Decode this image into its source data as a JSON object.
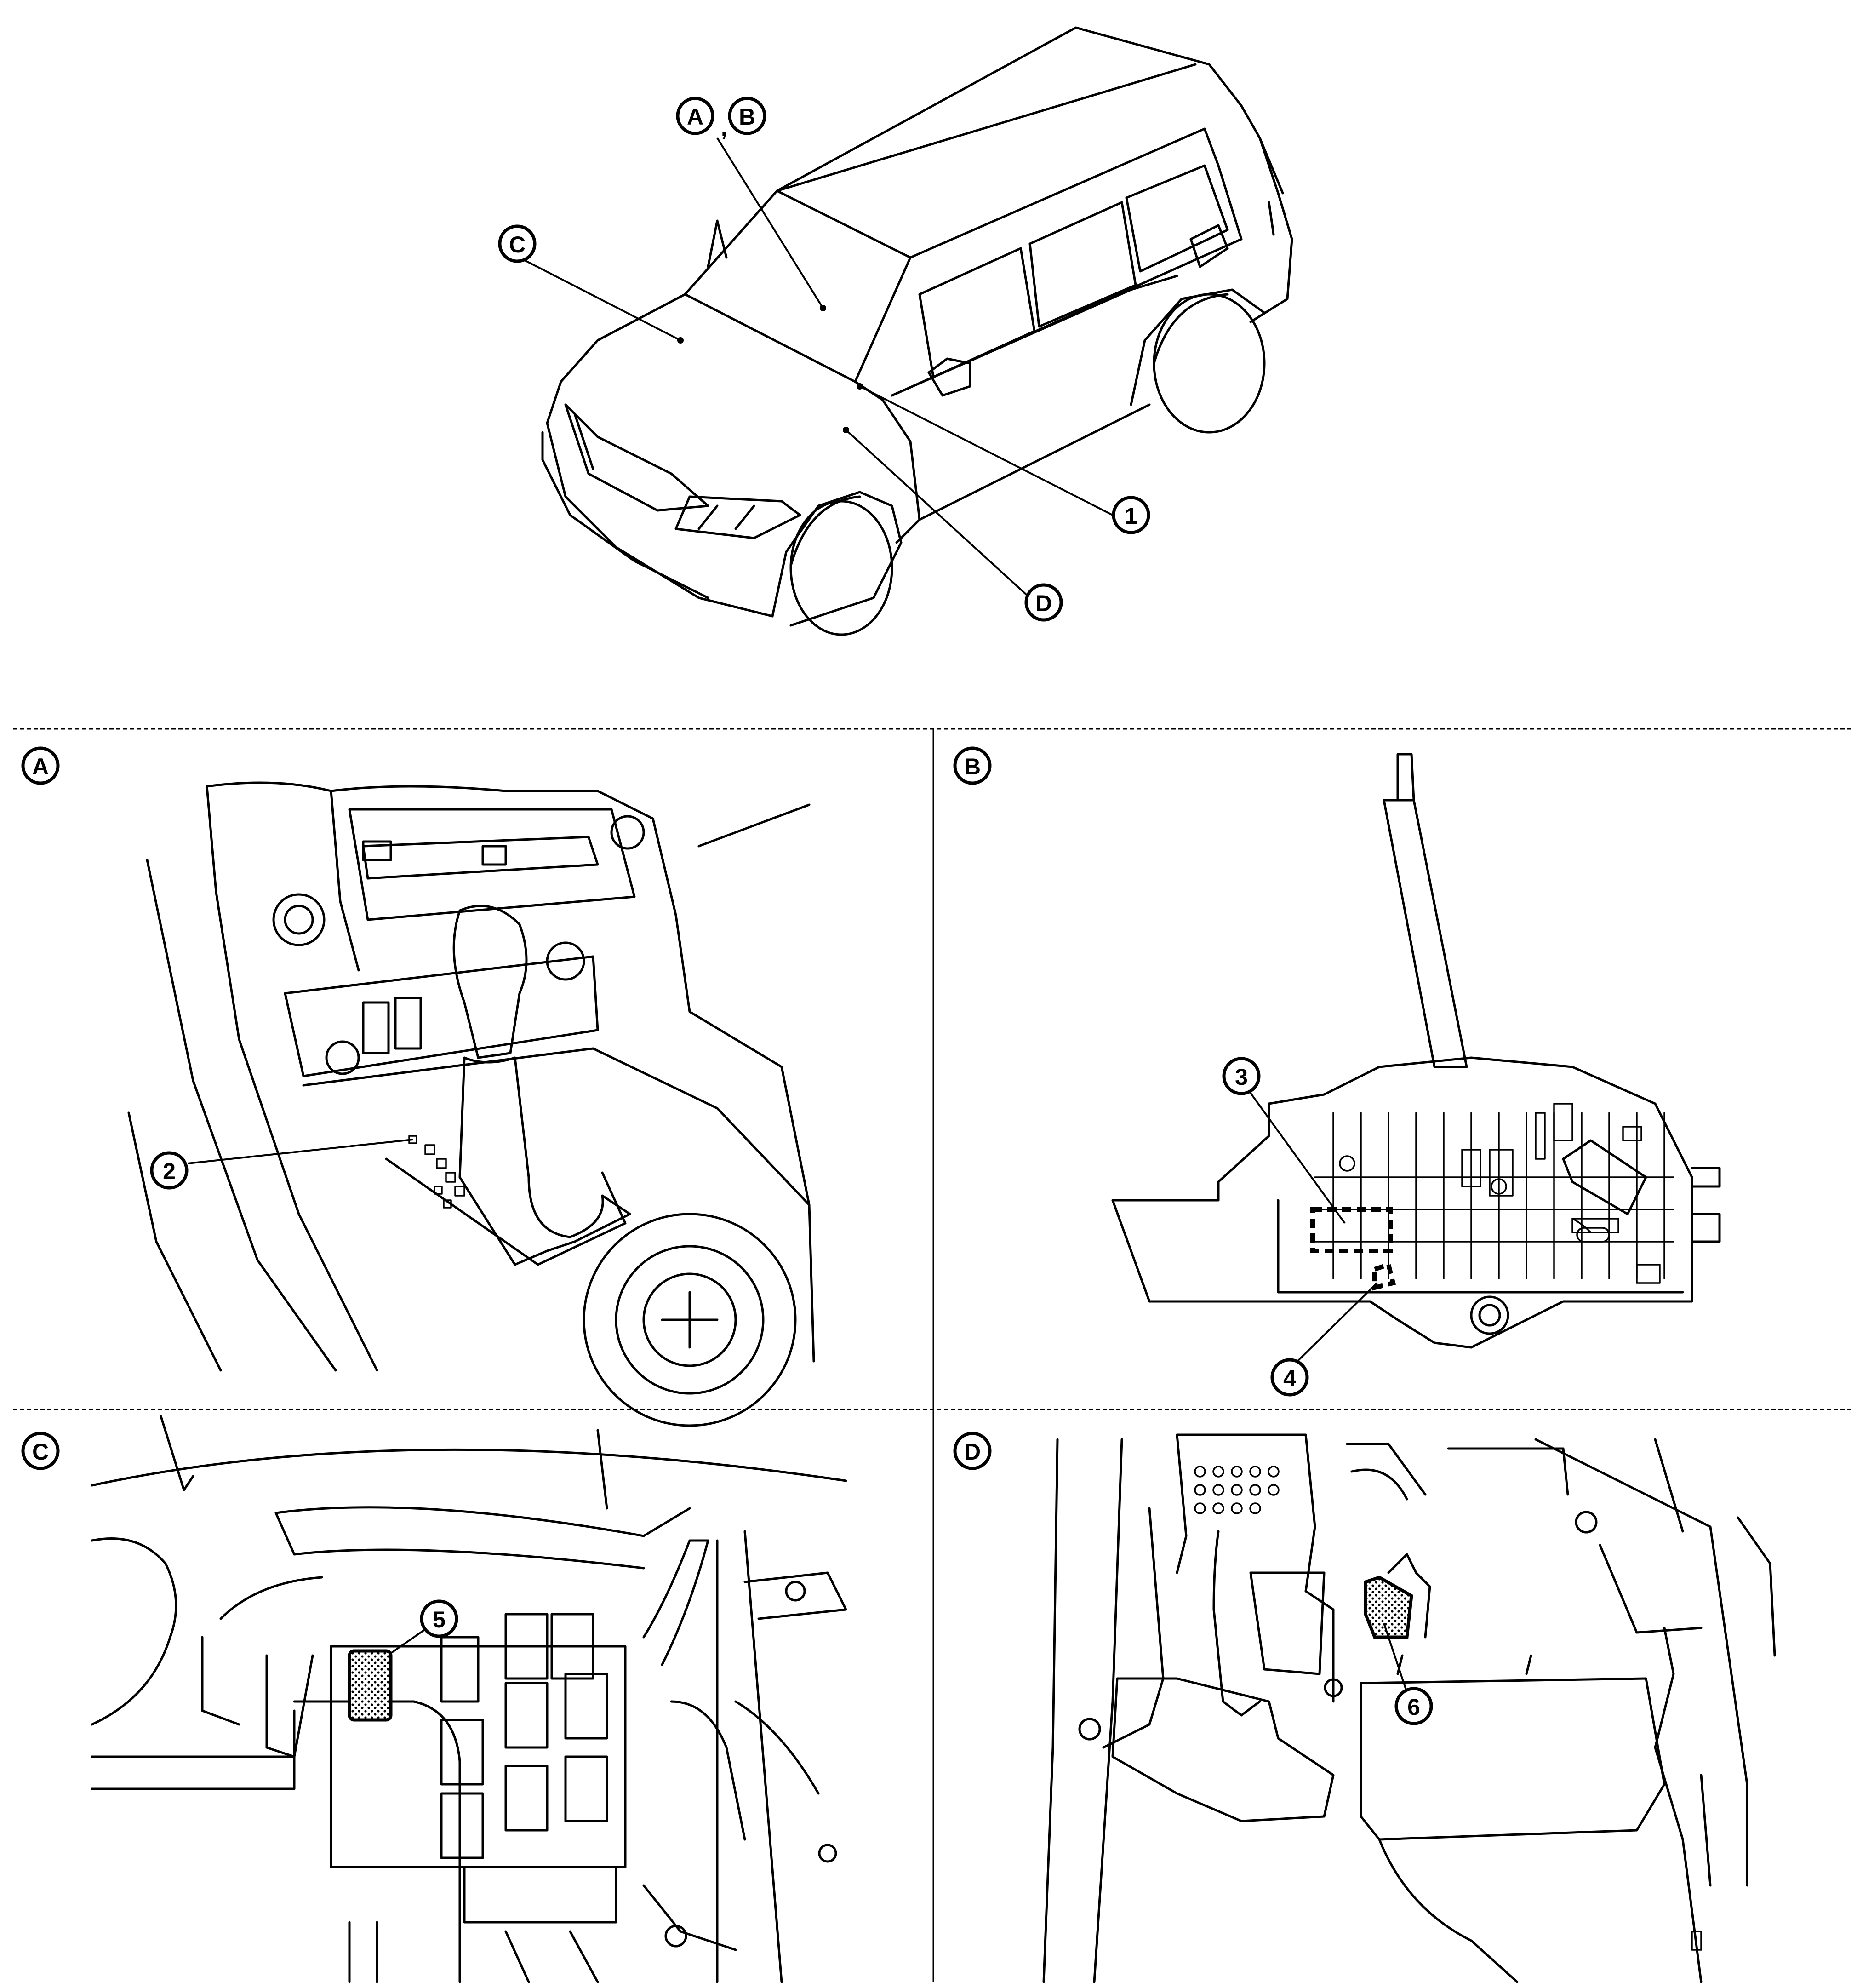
{
  "overview": {
    "callout_AB_first": "A",
    "callout_AB_sep": ",",
    "callout_AB_second": "B",
    "callout_C": "C",
    "callout_D": "D",
    "callout_1": "1"
  },
  "panels": {
    "A": {
      "label": "A",
      "callouts": [
        "2"
      ]
    },
    "B": {
      "label": "B",
      "callouts": [
        "3",
        "4"
      ]
    },
    "C": {
      "label": "C",
      "callouts": [
        "5"
      ]
    },
    "D": {
      "label": "D",
      "callouts": [
        "6"
      ]
    }
  }
}
